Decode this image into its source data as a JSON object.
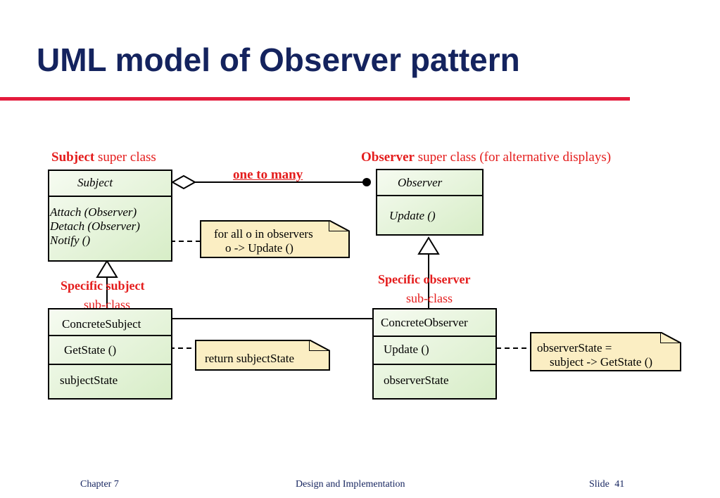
{
  "slide": {
    "title": "UML model of Observer pattern"
  },
  "captions": {
    "subject_super_bold": "Subject",
    "subject_super_rest": "super class",
    "observer_super_bold": "Observer",
    "observer_super_rest": "super class (for alternative displays)",
    "one_to_many": "one to many",
    "specific_subject": "Specific subject",
    "subject_subclass": "sub-class",
    "specific_observer": "Specific observer",
    "observer_subclass": "sub-class"
  },
  "classes": {
    "subject": {
      "name": "Subject",
      "operations": [
        "Attach (Observer)",
        "Detach (Observer)",
        "Notify ()"
      ]
    },
    "observer": {
      "name": "Observer",
      "operations": [
        "Update ()"
      ]
    },
    "concrete_subject": {
      "name": "ConcreteSubject",
      "operations": [
        "GetState ()"
      ],
      "attributes": [
        "subjectState"
      ]
    },
    "concrete_observer": {
      "name": "ConcreteObserver",
      "operations": [
        "Update ()"
      ],
      "attributes": [
        "observerState"
      ]
    }
  },
  "notes": {
    "notify": [
      "for all o in observers",
      "o -> Update ()"
    ],
    "get_state": [
      "return subjectState"
    ],
    "update": [
      "observerState =",
      "subject -> GetState ()"
    ]
  },
  "footer": {
    "chapter": "Chapter 7",
    "topic": "Design and Implementation",
    "slide_label": "Slide",
    "slide_number": "41"
  },
  "colors": {
    "title": "#14235e",
    "rule": "#e41c3c",
    "caption": "#e41c1c",
    "class_fill": "#d7edc7",
    "note_fill": "#fbeec3"
  }
}
